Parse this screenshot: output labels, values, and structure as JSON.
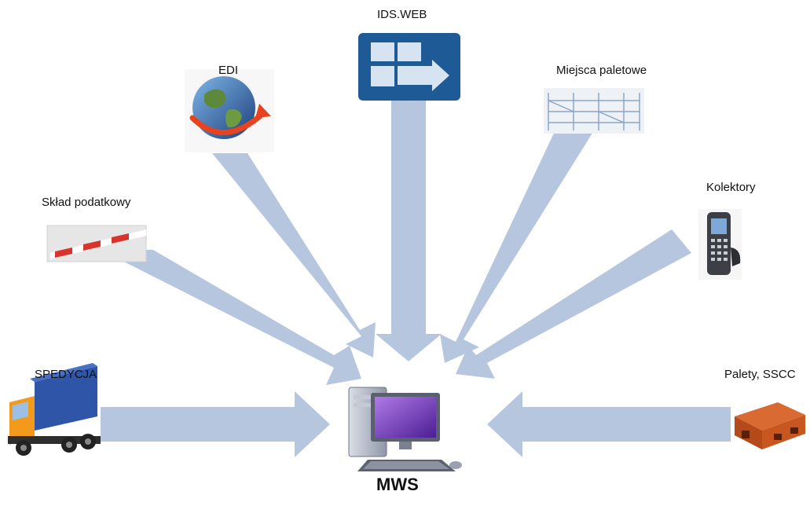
{
  "center": {
    "label": "MWS",
    "icon": "computer-workstation-icon"
  },
  "nodes": {
    "ids_web": {
      "label": "IDS.WEB",
      "icon": "ids-web-logo-icon"
    },
    "edi": {
      "label": "EDI",
      "icon": "globe-arrow-icon"
    },
    "miejsca_paletowe": {
      "label": "Miejsca paletowe",
      "icon": "pallet-racking-icon"
    },
    "sklad_podatkowy": {
      "label": "Skład podatkowy",
      "icon": "barrier-gate-icon"
    },
    "kolektory": {
      "label": "Kolektory",
      "icon": "barcode-scanner-icon"
    },
    "spedycja": {
      "label": "SPEDYCJA",
      "icon": "truck-icon"
    },
    "palety_sscc": {
      "label": "Palety, SSCC",
      "icon": "pallet-icon"
    }
  },
  "colors": {
    "arrow": "#b7c6df",
    "ids_web_bg": "#1e5a96",
    "barrier_red": "#d9342b",
    "truck_body": "#2f55a8",
    "truck_cab": "#f39a1c",
    "pallet": "#c8561f",
    "monitor_screen": "#7a3fc6"
  }
}
